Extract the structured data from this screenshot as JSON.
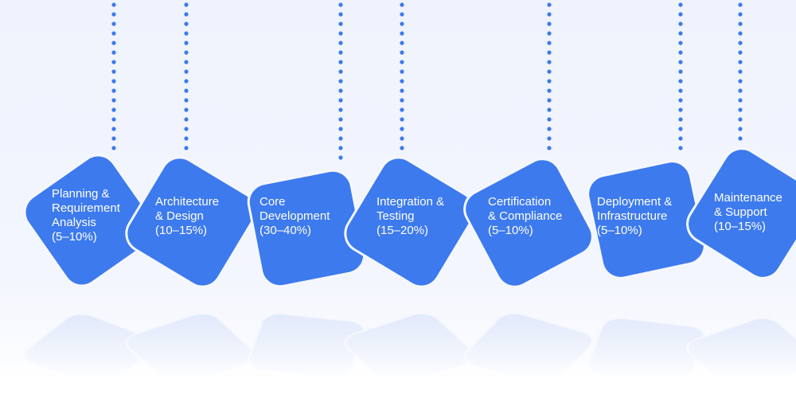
{
  "colors": {
    "card": "#3d7aed",
    "string": "#3d7aed",
    "background": "#f1f5fe",
    "reflection": "#dfe7fa"
  },
  "phases": [
    {
      "lines": [
        "Planning &",
        "Requirement",
        "Analysis"
      ],
      "share": "(5–10%)"
    },
    {
      "lines": [
        "Architecture",
        "& Design"
      ],
      "share": "(10–15%)"
    },
    {
      "lines": [
        "Core",
        "Development"
      ],
      "share": "(30–40%)"
    },
    {
      "lines": [
        "Integration &",
        "Testing"
      ],
      "share": "(15–20%)"
    },
    {
      "lines": [
        "Certification",
        "& Compliance"
      ],
      "share": "(5–10%)"
    },
    {
      "lines": [
        "Deployment &",
        "Infrastructure"
      ],
      "share": "(5–10%)"
    },
    {
      "lines": [
        "Maintenance",
        "& Support"
      ],
      "share": "(10–15%)"
    }
  ]
}
